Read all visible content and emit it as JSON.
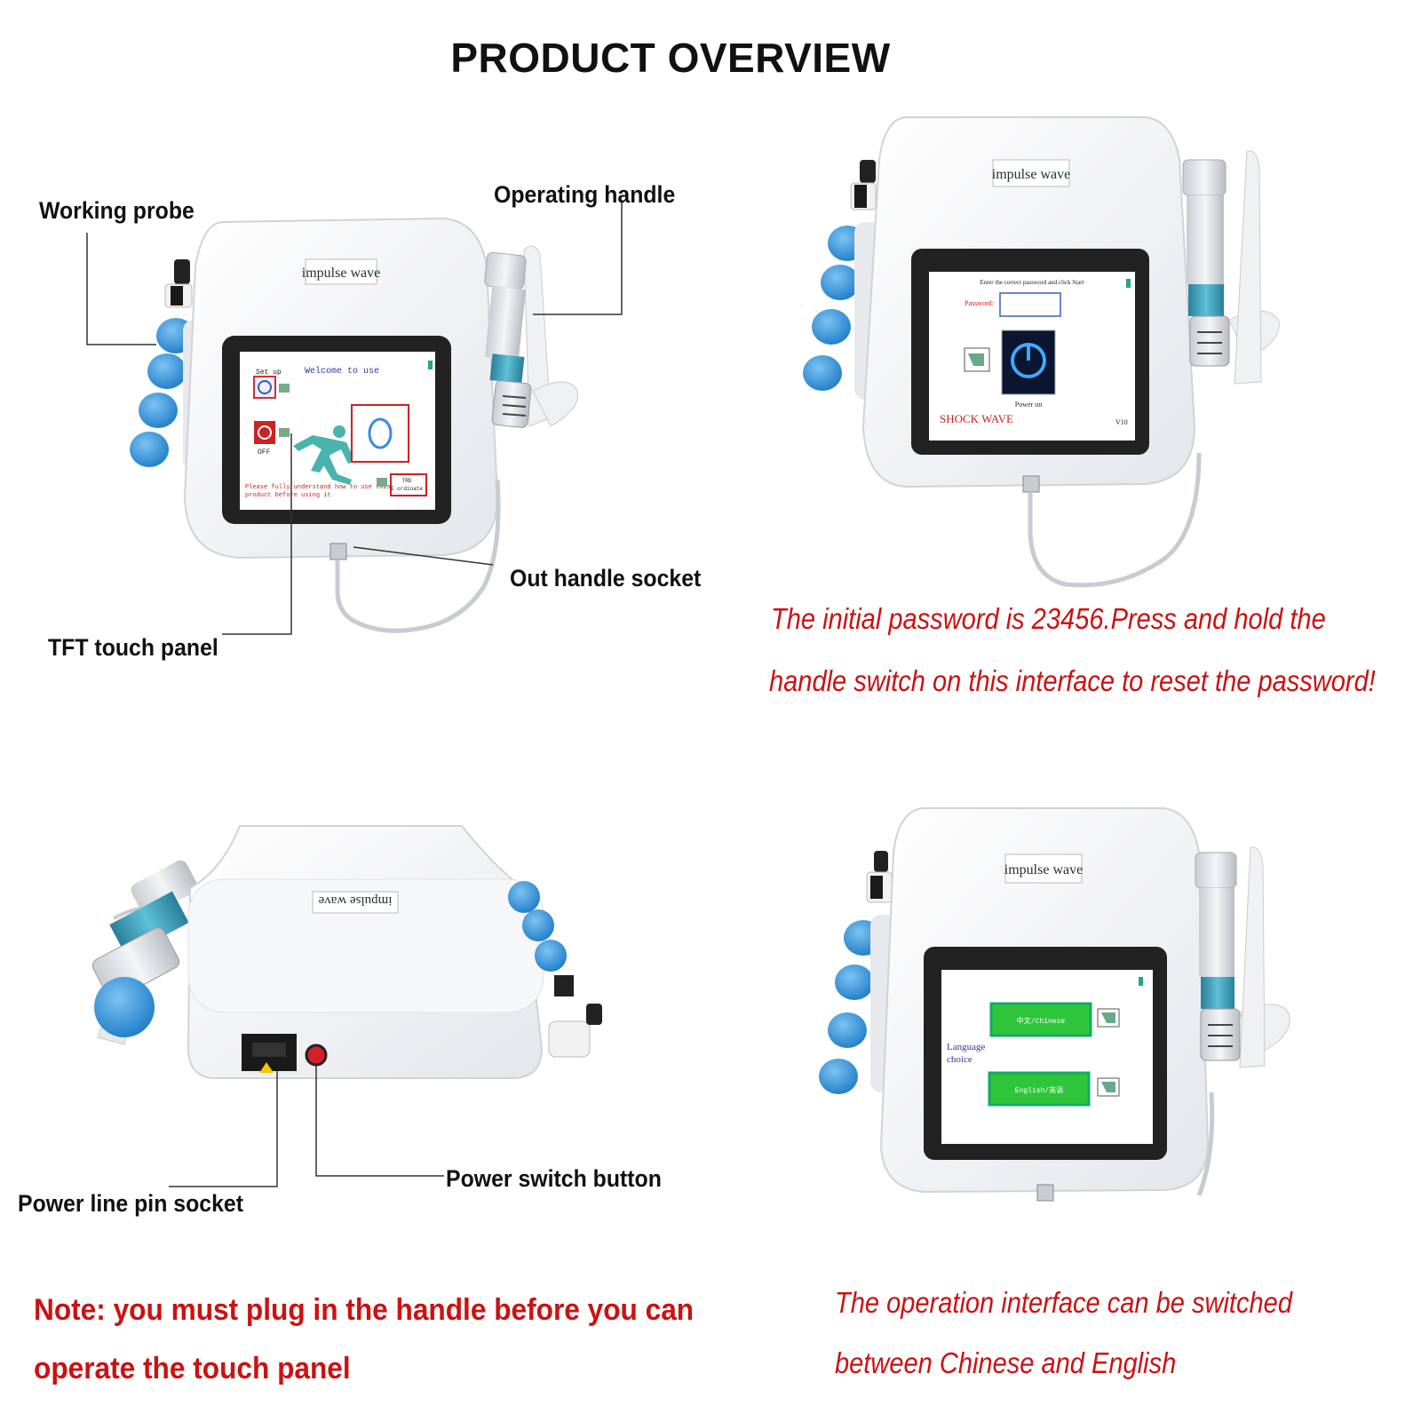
{
  "title": "PRODUCT OVERVIEW",
  "labels": {
    "working_probe": "Working probe",
    "operating_handle": "Operating handle",
    "out_handle_socket": "Out handle socket",
    "tft_touch_panel": "TFT touch panel",
    "power_line_pin_socket": "Power line pin socket",
    "power_switch_button": "Power switch button"
  },
  "notes": {
    "password_line1": "The initial password is 23456.Press and hold the",
    "password_line2": "handle switch on this interface to reset the password!",
    "handle_line1": "Note: you must plug in the handle before you can",
    "handle_line2": "operate the touch panel",
    "language_line1": "The operation interface can be switched",
    "language_line2": "between Chinese and English"
  },
  "device": {
    "brand": "impulse wave"
  },
  "screen_welcome": {
    "setup": "Set up",
    "welcome": "Welcome to use",
    "off": "OFF",
    "warning1": "Please fully understand how to use this",
    "warning2": "product before using it",
    "badge_line1": "TRD",
    "badge_line2": "I ordinate"
  },
  "screen_password": {
    "prompt": "Enter the correct password and click Start",
    "password_label": "Password:",
    "power_on": "Power on",
    "brand": "SHOCK WAVE",
    "version": "V10"
  },
  "screen_language": {
    "label_line1": "Language",
    "label_line2": "choice",
    "chinese": "中文/Chinese",
    "english": "English/英语"
  },
  "colors": {
    "note_red": "#cc1111",
    "probe_blue": "#2f8fd8",
    "screen_green": "#2fc53a"
  }
}
